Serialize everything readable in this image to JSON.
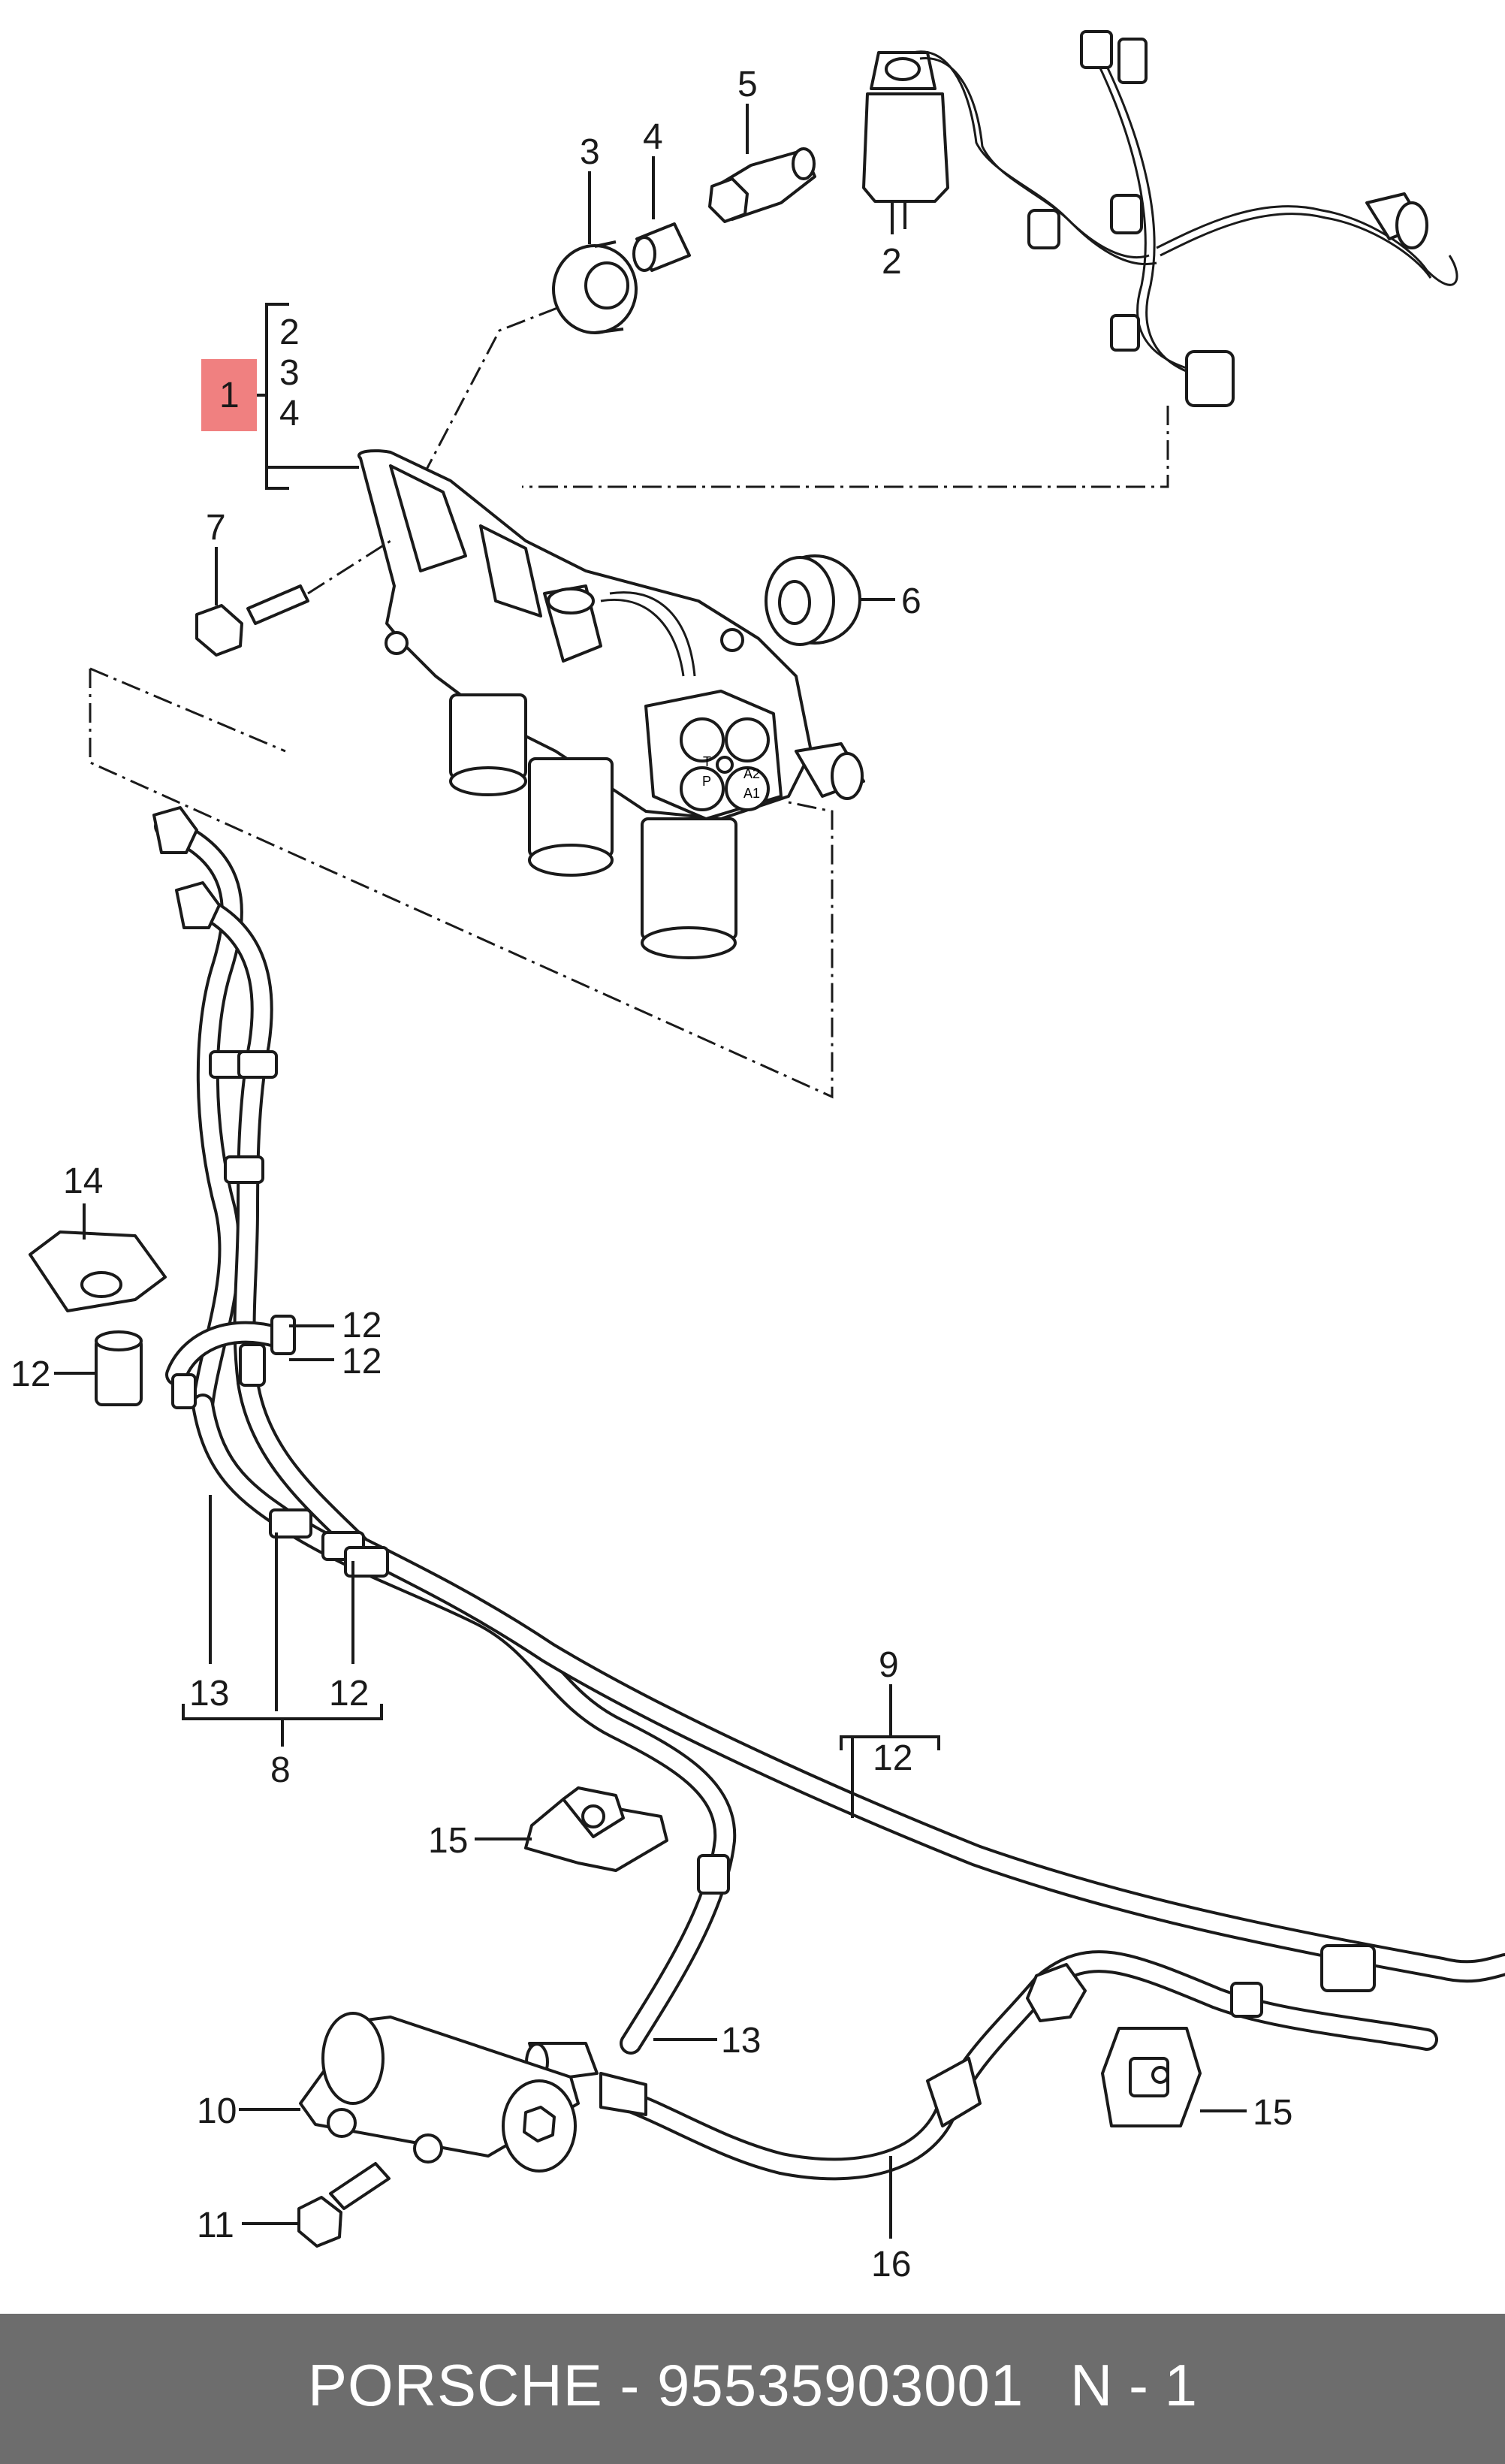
{
  "callouts": {
    "c1": "1",
    "c2_group": "2",
    "c3_group": "3",
    "c4_group": "4",
    "c2": "2",
    "c3": "3",
    "c4": "4",
    "c5": "5",
    "c6": "6",
    "c7": "7",
    "c8": "8",
    "c9": "9",
    "c10": "10",
    "c11": "11",
    "c12_a": "12",
    "c12_b": "12",
    "c12_c": "12",
    "c12_d": "12",
    "c12_e": "12",
    "c13_a": "13",
    "c13_b": "13",
    "c14": "14",
    "c15_a": "15",
    "c15_b": "15",
    "c16": "16"
  },
  "valve_port_labels": {
    "t": "T",
    "p": "P",
    "a1": "A1",
    "a2": "A2"
  },
  "highlight_color": "#f08080",
  "footer": {
    "brand_text": "PORSCHE - 95535903001",
    "page_text": "N - 1",
    "background": "#6d6d6d"
  }
}
